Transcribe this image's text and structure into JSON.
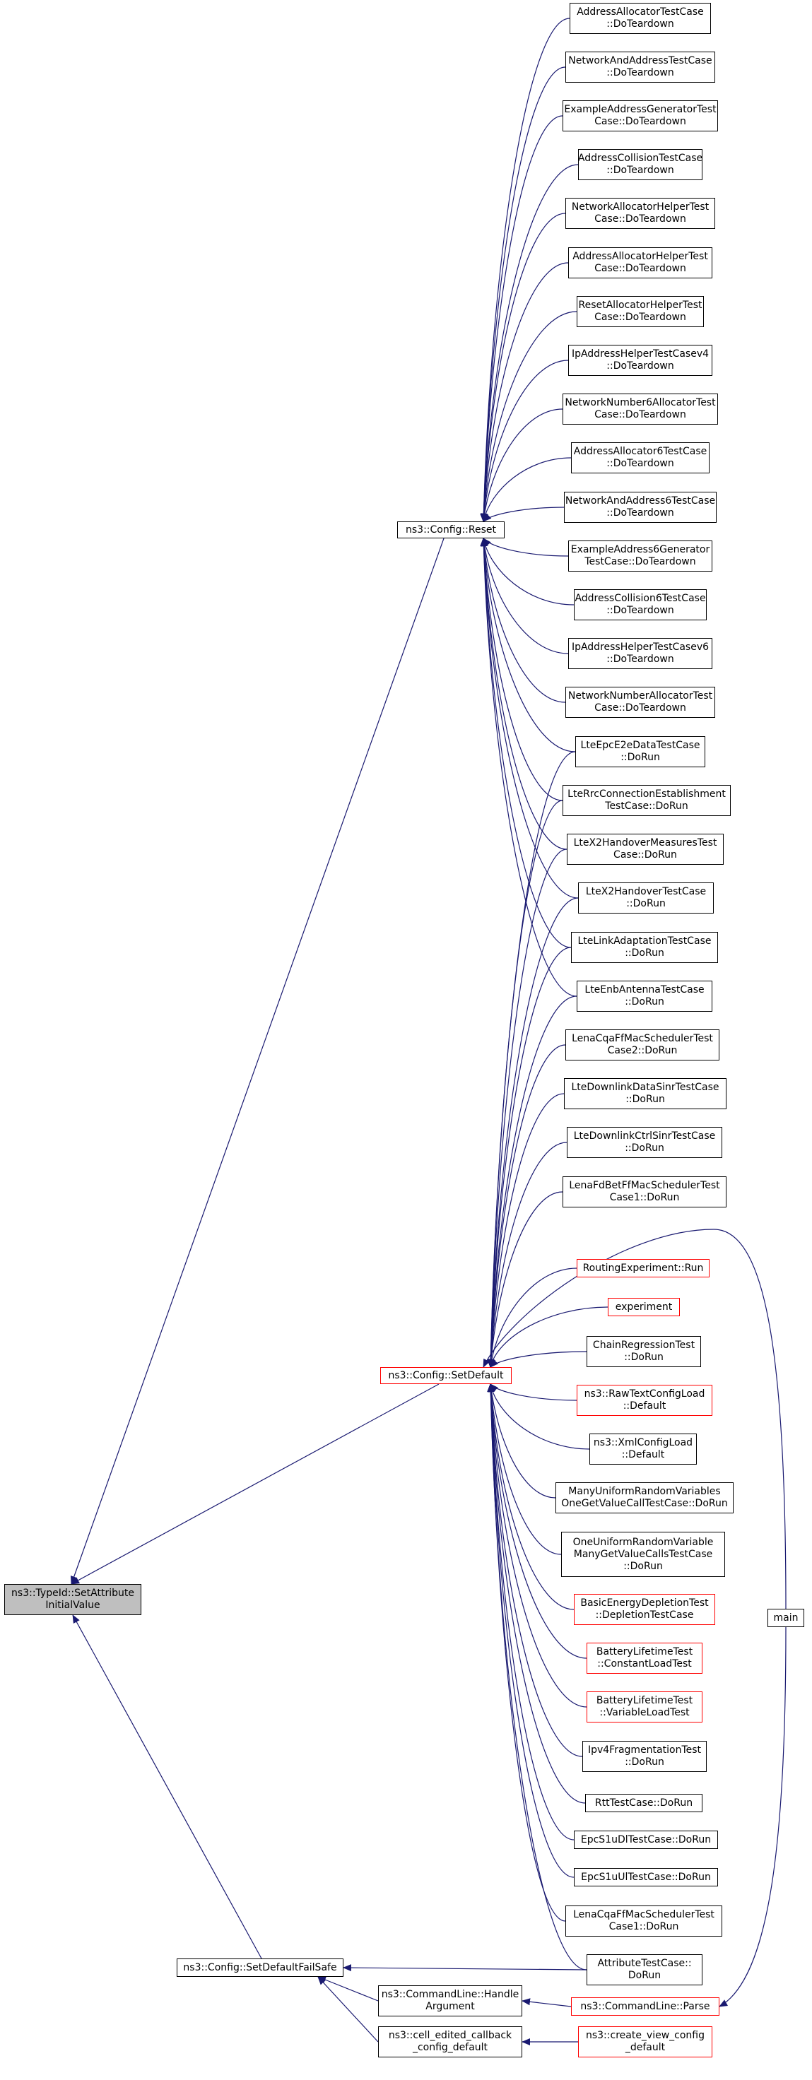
{
  "diagram": {
    "colors": {
      "edge": "#191970",
      "border": "#000000",
      "border_alt": "#ff0000",
      "focus_fill": "#bfbfbf",
      "background": "#ffffff"
    },
    "nodes": [
      {
        "id": "typeid",
        "lines": [
          "ns3::TypeId::SetAttribute",
          "InitialValue"
        ],
        "kind": "focus"
      },
      {
        "id": "reset",
        "lines": [
          "ns3::Config::Reset"
        ]
      },
      {
        "id": "setdefault",
        "lines": [
          "ns3::Config::SetDefault"
        ],
        "kind": "red"
      },
      {
        "id": "setdefaultfailsafe",
        "lines": [
          "ns3::Config::SetDefaultFailSafe"
        ]
      },
      {
        "id": "cl_handle",
        "lines": [
          "ns3::CommandLine::Handle",
          "Argument"
        ]
      },
      {
        "id": "cell_edited",
        "lines": [
          "ns3::cell_edited_callback",
          "_config_default"
        ]
      },
      {
        "id": "cl_parse",
        "lines": [
          "ns3::CommandLine::Parse"
        ],
        "kind": "red"
      },
      {
        "id": "create_view",
        "lines": [
          "ns3::create_view_config",
          "_default"
        ],
        "kind": "red"
      },
      {
        "id": "main",
        "lines": [
          "main"
        ]
      },
      {
        "id": "r1",
        "lines": [
          "AddressAllocatorTestCase",
          "::DoTeardown"
        ]
      },
      {
        "id": "r2",
        "lines": [
          "NetworkAndAddressTestCase",
          "::DoTeardown"
        ]
      },
      {
        "id": "r3",
        "lines": [
          "ExampleAddressGeneratorTest",
          "Case::DoTeardown"
        ]
      },
      {
        "id": "r4",
        "lines": [
          "AddressCollisionTestCase",
          "::DoTeardown"
        ]
      },
      {
        "id": "r5",
        "lines": [
          "NetworkAllocatorHelperTest",
          "Case::DoTeardown"
        ]
      },
      {
        "id": "r6",
        "lines": [
          "AddressAllocatorHelperTest",
          "Case::DoTeardown"
        ]
      },
      {
        "id": "r7",
        "lines": [
          "ResetAllocatorHelperTest",
          "Case::DoTeardown"
        ]
      },
      {
        "id": "r8",
        "lines": [
          "IpAddressHelperTestCasev4",
          "::DoTeardown"
        ]
      },
      {
        "id": "r9",
        "lines": [
          "NetworkNumber6AllocatorTest",
          "Case::DoTeardown"
        ]
      },
      {
        "id": "r10",
        "lines": [
          "AddressAllocator6TestCase",
          "::DoTeardown"
        ]
      },
      {
        "id": "r11",
        "lines": [
          "NetworkAndAddress6TestCase",
          "::DoTeardown"
        ]
      },
      {
        "id": "r12",
        "lines": [
          "ExampleAddress6Generator",
          "TestCase::DoTeardown"
        ]
      },
      {
        "id": "r13",
        "lines": [
          "AddressCollision6TestCase",
          "::DoTeardown"
        ]
      },
      {
        "id": "r14",
        "lines": [
          "IpAddressHelperTestCasev6",
          "::DoTeardown"
        ]
      },
      {
        "id": "r15",
        "lines": [
          "NetworkNumberAllocatorTest",
          "Case::DoTeardown"
        ]
      },
      {
        "id": "b1",
        "lines": [
          "LteEpcE2eDataTestCase",
          "::DoRun"
        ]
      },
      {
        "id": "b2",
        "lines": [
          "LteRrcConnectionEstablishment",
          "TestCase::DoRun"
        ]
      },
      {
        "id": "b3",
        "lines": [
          "LteX2HandoverMeasuresTest",
          "Case::DoRun"
        ]
      },
      {
        "id": "b4",
        "lines": [
          "LteX2HandoverTestCase",
          "::DoRun"
        ]
      },
      {
        "id": "b5",
        "lines": [
          "LteLinkAdaptationTestCase",
          "::DoRun"
        ]
      },
      {
        "id": "b6",
        "lines": [
          "LteEnbAntennaTestCase",
          "::DoRun"
        ]
      },
      {
        "id": "s1",
        "lines": [
          "LenaCqaFfMacSchedulerTest",
          "Case2::DoRun"
        ]
      },
      {
        "id": "s2",
        "lines": [
          "LteDownlinkDataSinrTestCase",
          "::DoRun"
        ]
      },
      {
        "id": "s3",
        "lines": [
          "LteDownlinkCtrlSinrTestCase",
          "::DoRun"
        ]
      },
      {
        "id": "s4",
        "lines": [
          "LenaFdBetFfMacSchedulerTest",
          "Case1::DoRun"
        ]
      },
      {
        "id": "s5",
        "lines": [
          "RoutingExperiment::Run"
        ],
        "kind": "red"
      },
      {
        "id": "s6",
        "lines": [
          "experiment"
        ],
        "kind": "red"
      },
      {
        "id": "s7",
        "lines": [
          "ChainRegressionTest",
          "::DoRun"
        ]
      },
      {
        "id": "s8",
        "lines": [
          "ns3::RawTextConfigLoad",
          "::Default"
        ],
        "kind": "red"
      },
      {
        "id": "s9",
        "lines": [
          "ns3::XmlConfigLoad",
          "::Default"
        ]
      },
      {
        "id": "s10",
        "lines": [
          "ManyUniformRandomVariables",
          "OneGetValueCallTestCase::DoRun"
        ]
      },
      {
        "id": "s11",
        "lines": [
          "OneUniformRandomVariable",
          "ManyGetValueCallsTestCase",
          "::DoRun"
        ]
      },
      {
        "id": "s12",
        "lines": [
          "BasicEnergyDepletionTest",
          "::DepletionTestCase"
        ],
        "kind": "red"
      },
      {
        "id": "s13",
        "lines": [
          "BatteryLifetimeTest",
          "::ConstantLoadTest"
        ],
        "kind": "red"
      },
      {
        "id": "s14",
        "lines": [
          "BatteryLifetimeTest",
          "::VariableLoadTest"
        ],
        "kind": "red"
      },
      {
        "id": "s15",
        "lines": [
          "Ipv4FragmentationTest",
          "::DoRun"
        ]
      },
      {
        "id": "s16",
        "lines": [
          "RttTestCase::DoRun"
        ]
      },
      {
        "id": "s17",
        "lines": [
          "EpcS1uDlTestCase::DoRun"
        ]
      },
      {
        "id": "s18",
        "lines": [
          "EpcS1uUlTestCase::DoRun"
        ]
      },
      {
        "id": "s19",
        "lines": [
          "LenaCqaFfMacSchedulerTest",
          "Case1::DoRun"
        ]
      },
      {
        "id": "attr",
        "lines": [
          "AttributeTestCase::",
          "DoRun"
        ]
      }
    ],
    "edges": [
      {
        "from": "reset",
        "to": "typeid"
      },
      {
        "from": "setdefault",
        "to": "typeid"
      },
      {
        "from": "setdefaultfailsafe",
        "to": "typeid"
      },
      {
        "from": "r1",
        "to": "reset"
      },
      {
        "from": "r2",
        "to": "reset"
      },
      {
        "from": "r3",
        "to": "reset"
      },
      {
        "from": "r4",
        "to": "reset"
      },
      {
        "from": "r5",
        "to": "reset"
      },
      {
        "from": "r6",
        "to": "reset"
      },
      {
        "from": "r7",
        "to": "reset"
      },
      {
        "from": "r8",
        "to": "reset"
      },
      {
        "from": "r9",
        "to": "reset"
      },
      {
        "from": "r10",
        "to": "reset"
      },
      {
        "from": "r11",
        "to": "reset"
      },
      {
        "from": "r12",
        "to": "reset"
      },
      {
        "from": "r13",
        "to": "reset"
      },
      {
        "from": "r14",
        "to": "reset"
      },
      {
        "from": "r15",
        "to": "reset"
      },
      {
        "from": "b1",
        "to": "reset"
      },
      {
        "from": "b2",
        "to": "reset"
      },
      {
        "from": "b3",
        "to": "reset"
      },
      {
        "from": "b4",
        "to": "reset"
      },
      {
        "from": "b5",
        "to": "reset"
      },
      {
        "from": "b6",
        "to": "reset"
      },
      {
        "from": "b1",
        "to": "setdefault"
      },
      {
        "from": "b2",
        "to": "setdefault"
      },
      {
        "from": "b3",
        "to": "setdefault"
      },
      {
        "from": "b4",
        "to": "setdefault"
      },
      {
        "from": "b5",
        "to": "setdefault"
      },
      {
        "from": "b6",
        "to": "setdefault"
      },
      {
        "from": "s1",
        "to": "setdefault"
      },
      {
        "from": "s2",
        "to": "setdefault"
      },
      {
        "from": "s3",
        "to": "setdefault"
      },
      {
        "from": "s4",
        "to": "setdefault"
      },
      {
        "from": "s5",
        "to": "setdefault"
      },
      {
        "from": "s6",
        "to": "setdefault"
      },
      {
        "from": "s7",
        "to": "setdefault"
      },
      {
        "from": "s8",
        "to": "setdefault"
      },
      {
        "from": "s9",
        "to": "setdefault"
      },
      {
        "from": "s10",
        "to": "setdefault"
      },
      {
        "from": "s11",
        "to": "setdefault"
      },
      {
        "from": "s12",
        "to": "setdefault"
      },
      {
        "from": "s13",
        "to": "setdefault"
      },
      {
        "from": "s14",
        "to": "setdefault"
      },
      {
        "from": "s15",
        "to": "setdefault"
      },
      {
        "from": "s16",
        "to": "setdefault"
      },
      {
        "from": "s17",
        "to": "setdefault"
      },
      {
        "from": "s18",
        "to": "setdefault"
      },
      {
        "from": "s19",
        "to": "setdefault"
      },
      {
        "from": "attr",
        "to": "setdefault"
      },
      {
        "from": "main",
        "to": "setdefault"
      },
      {
        "from": "main",
        "to": "cl_parse"
      },
      {
        "from": "attr",
        "to": "setdefaultfailsafe"
      },
      {
        "from": "cl_handle",
        "to": "setdefaultfailsafe"
      },
      {
        "from": "cell_edited",
        "to": "setdefaultfailsafe"
      },
      {
        "from": "cl_parse",
        "to": "cl_handle"
      },
      {
        "from": "create_view",
        "to": "cell_edited"
      }
    ]
  }
}
